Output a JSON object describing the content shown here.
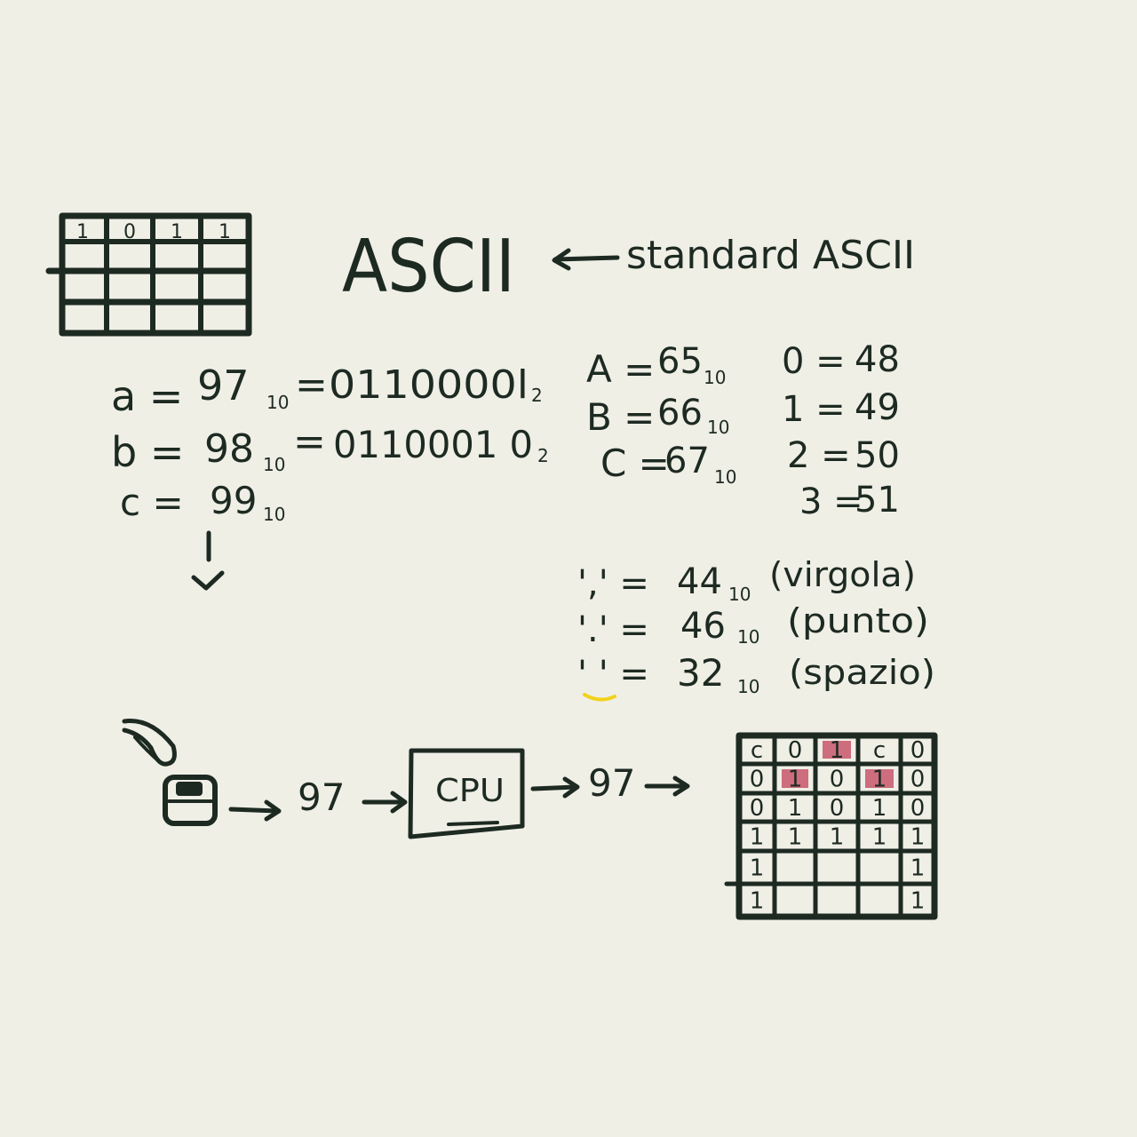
{
  "title": "ASCII",
  "title_note": "standard ASCII",
  "small_grid": {
    "rows": [
      [
        "1",
        "0",
        "1",
        "1"
      ]
    ]
  },
  "letter_codes": [
    {
      "lhs": "a =",
      "base10": "97",
      "eq": "=",
      "binary": "0110000l",
      "base2_sub": "2"
    },
    {
      "lhs": "b =",
      "base10": "98",
      "eq": "=",
      "binary": "0110001 0",
      "base2_sub": "2"
    },
    {
      "lhs": "c =",
      "base10": "99",
      "eq": "",
      "binary": "",
      "base2_sub": ""
    }
  ],
  "sub10": "10",
  "upper_codes": [
    {
      "lhs": "A =",
      "value": "65"
    },
    {
      "lhs": "B =",
      "value": "66"
    },
    {
      "lhs": "C =",
      "value": "67"
    }
  ],
  "digit_codes": [
    {
      "lhs": "0 =",
      "value": "48"
    },
    {
      "lhs": "1 =",
      "value": "49"
    },
    {
      "lhs": "2 =",
      "value": "50"
    },
    {
      "lhs": "3 =",
      "value": "51"
    }
  ],
  "punct_codes": [
    {
      "lhs": "',' =",
      "value": "44",
      "note": "(virgola)"
    },
    {
      "lhs": "'.' =",
      "value": "46",
      "note": "(punto)"
    },
    {
      "lhs": "' ' =",
      "value": "32",
      "note": "(spazio)"
    }
  ],
  "flow": {
    "input_value": "97",
    "cpu_label": "CPU",
    "output_value": "97"
  },
  "big_grid": {
    "rows": [
      [
        "c",
        "0",
        "1",
        "c",
        "0"
      ],
      [
        "0",
        "1",
        "0",
        "1",
        "0"
      ],
      [
        "0",
        "1",
        "0",
        "1",
        "0"
      ],
      [
        "1",
        "1",
        "1",
        "1",
        "1"
      ],
      [
        "1",
        "",
        "",
        "",
        "1"
      ],
      [
        "1",
        "",
        "",
        "",
        "1"
      ]
    ]
  },
  "colors": {
    "ink": "#1d2a22",
    "paper": "#efefe6",
    "highlight": "#c2415a",
    "space_mark": "#f2d21b"
  }
}
